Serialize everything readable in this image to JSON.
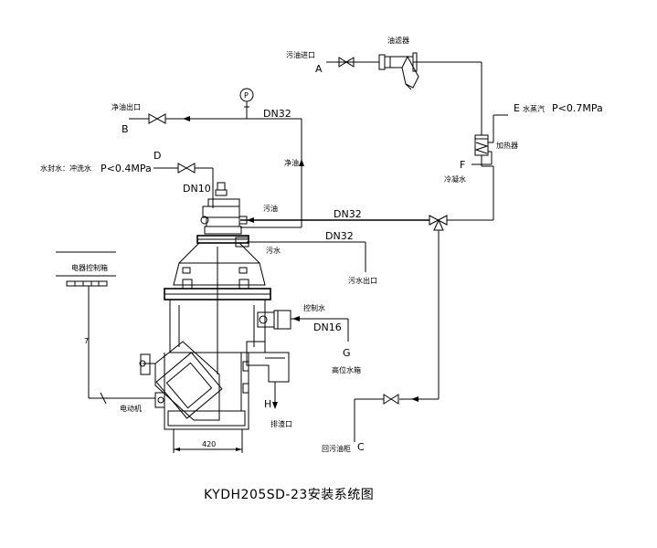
{
  "title": "KYDH205SD-23安装系统图",
  "labels": {
    "dirty_oil_inlet": "污油进口",
    "A": "A",
    "oil_filter": "油滤器",
    "clean_oil_outlet": "净油出口",
    "B": "B",
    "pressure_gauge": "P",
    "dn32_top": "DN32",
    "clean_oil": "净油",
    "dirty_oil": "污油",
    "water_seal": "水封水：冲洗水",
    "D": "D",
    "pressure_D": "P<0.4MPa",
    "dn10": "DN10",
    "dn32_mid": "DN32",
    "dn32_low": "DN32",
    "sewage": "污水",
    "sewage_outlet": "污水出口",
    "E": "E",
    "steam": "水蒸汽",
    "pressure_E": "P<0.7MPa",
    "heater": "加热器",
    "F": "F",
    "condensate": "冷凝水",
    "control_box": "电器控制箱",
    "control_water": "控制水",
    "dn16": "DN16",
    "G": "G",
    "high_tank": "高位水箱",
    "H": "H",
    "sludge_outlet": "排渣口",
    "motor": "电动机",
    "dim_420": "420",
    "dirty_tank": "回污油柜",
    "C": "C",
    "cable_mark": "7"
  }
}
